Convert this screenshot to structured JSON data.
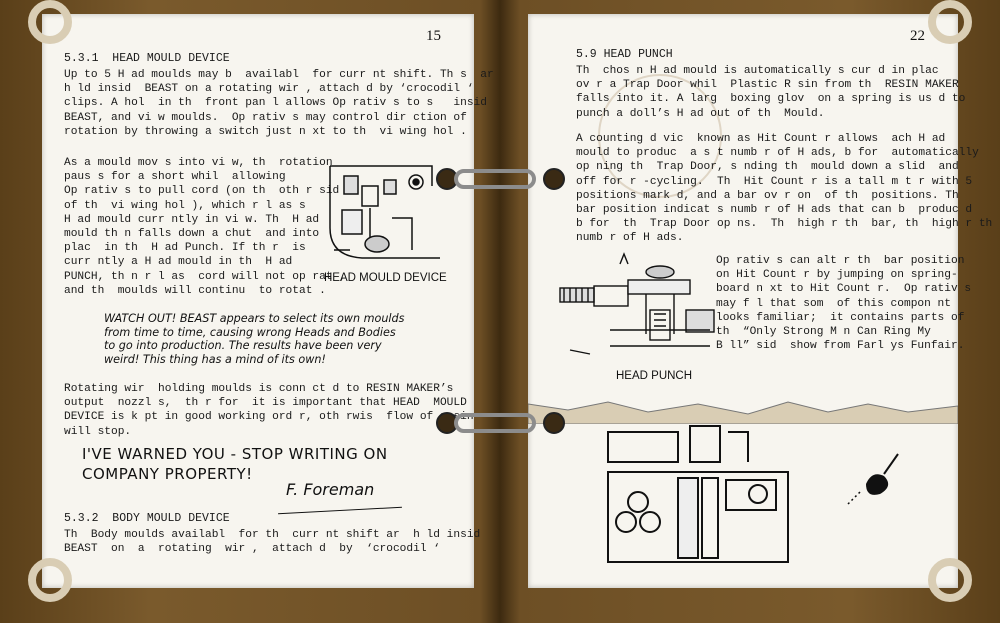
{
  "left_page": {
    "page_number": "15",
    "section_1_heading": "5.3.1  HEAD MOULD DEVICE",
    "section_1_para_1": "Up to 5 H ad moulds may b  availabl  for curr nt shift. Th s  ar\nh ld insid  BEAST on a rotating wir , attach d by ‘crocodil ‘\nclips. A hol  in th  front pan l allows Op rativ s to s   insid\nBEAST, and vi w moulds.  Op rativ s may control dir ction of\nrotation by throwing a switch just n xt to th  vi wing hol .",
    "section_1_para_2": "As a mould mov s into vi w, th  rotation\npaus s for a short whil  allowing\nOp rativ s to pull cord (on th  oth r sid\nof th  vi wing hol ), which r l as s\nH ad mould curr ntly in vi w. Th  H ad\nmould th n falls down a chut  and into\nplac  in th  H ad Punch. If th r  is\ncurr ntly a H ad mould in th  H ad\nPUNCH, th n r l as  cord will not op rat ,\nand th  moulds will continu  to rotat .",
    "figure_caption": "HEAD MOULD DEVICE",
    "handwritten_note_1": "WATCH OUT! BEAST appears to select its own moulds\nfrom time to time, causing wrong Heads and Bodies\nto go into production. The results have been very\nweird! This thing has a mind of its own!",
    "section_1_para_3": "Rotating wir  holding moulds is conn ct d to RESIN MAKER’s\noutput  nozzl s,  th r for  it is important that HEAD  MOULD\nDEVICE is k pt in good working ord r, oth rwis  flow of r sin\nwill stop.",
    "handwritten_note_2": "I'VE WARNED YOU - STOP WRITING ON\nCOMPANY PROPERTY!",
    "signature": "F. Foreman",
    "section_2_heading": "5.3.2  BODY MOULD DEVICE",
    "section_2_para_1": "Th  Body moulds availabl  for th  curr nt shift ar  h ld insid\nBEAST  on  a  rotating  wir ,  attach d  by  ‘crocodil ‘"
  },
  "right_page": {
    "page_number": "22",
    "section_heading": "5.9 HEAD PUNCH",
    "para_1": "Th  chos n H ad mould is automatically s cur d in plac\nov r a Trap Door whil  Plastic R sin from th  RESIN MAKER\nfalls into it. A larg  boxing glov  on a spring is us d to\npunch a doll’s H ad out of th  Mould.",
    "para_2": "A counting d vic  known as Hit Count r allows  ach H ad\nmould to produc  a s t numb r of H ads, b for  automatically\nop ning th  Trap Door, s nding th  mould down a slid  and\noff for r -cycling.  Th  Hit Count r is a tall m t r with 5\npositions mark d, and a bar ov r on  of th  positions. Th\nbar position indicat s numb r of H ads that can b  produc d\nb for  th  Trap Door op ns.  Th  high r th  bar, th  high r th\nnumb r of H ads.",
    "para_3": "Op rativ s can alt r th  bar position\non Hit Count r by jumping on spring-\nboard n xt to Hit Count r.  Op rativ s\nmay f l that som  of this compon nt\nlooks familiar;  it contains parts of\nth  “Only Strong M n Can Ring My\nB ll” sid  show from Farl ys Funfair.",
    "figure_caption": "HEAD PUNCH"
  },
  "colors": {
    "binder": "#6b4f24",
    "paper": "#f7f5ef",
    "ink": "#1a1a1a"
  }
}
